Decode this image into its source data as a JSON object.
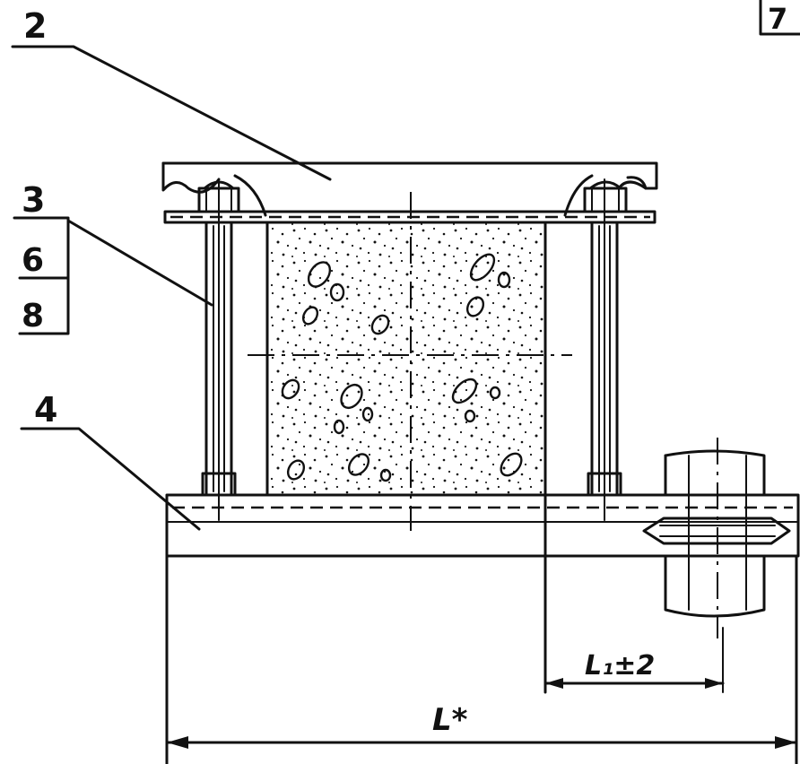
{
  "labels": {
    "top_right": "7",
    "pos_2": "2",
    "pos_3": "3",
    "pos_6": "6",
    "pos_8": "8",
    "pos_4": "4"
  },
  "dimensions": {
    "overall": "L*",
    "offset": "L₁±2"
  }
}
